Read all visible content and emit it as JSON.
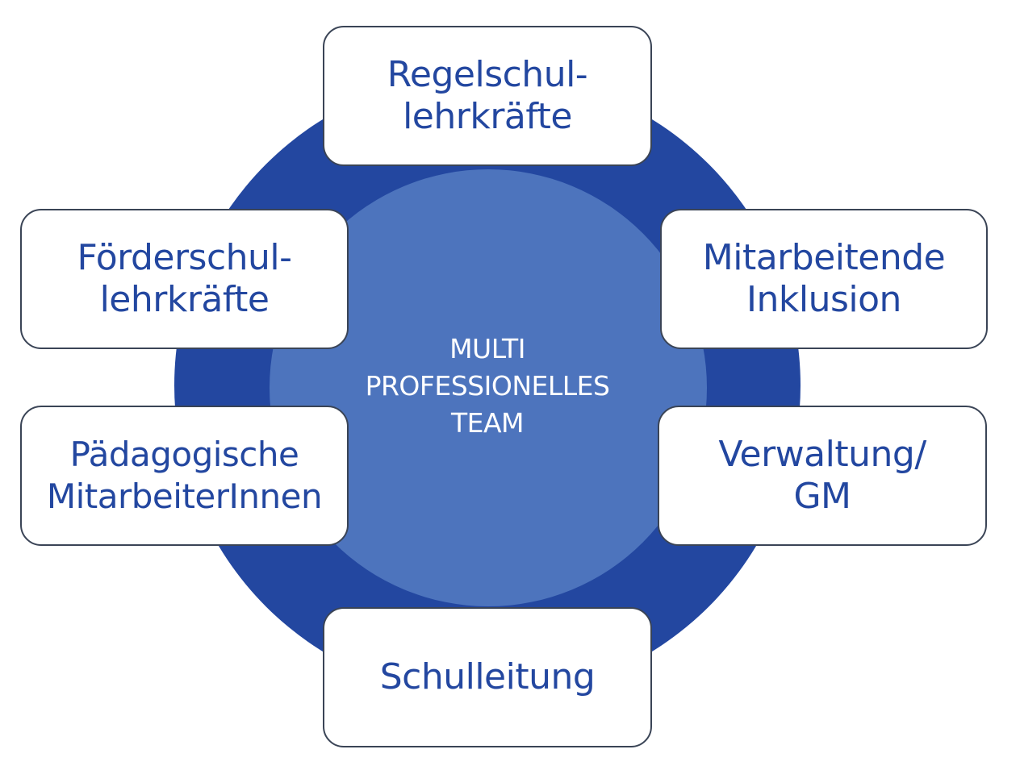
{
  "center": {
    "lines": [
      "MULTI",
      "PROFESSIONELLES",
      "TEAM"
    ]
  },
  "nodes": [
    {
      "lines": [
        "Regelschul-",
        "lehrkräfte"
      ]
    },
    {
      "lines": [
        "Förderschul-",
        "lehrkräfte"
      ]
    },
    {
      "lines": [
        "Mitarbeitende",
        "Inklusion"
      ]
    },
    {
      "lines": [
        "Pädagogische",
        "MitarbeiterInnen"
      ]
    },
    {
      "lines": [
        "Verwaltung/",
        "GM"
      ]
    },
    {
      "lines": [
        "Schulleitung"
      ]
    }
  ],
  "colors": {
    "outer_ring": "#2347a0",
    "inner_circle": "#4d74bd",
    "node_text": "#2347a0",
    "center_text": "#ffffff",
    "node_border": "#3a4456"
  }
}
